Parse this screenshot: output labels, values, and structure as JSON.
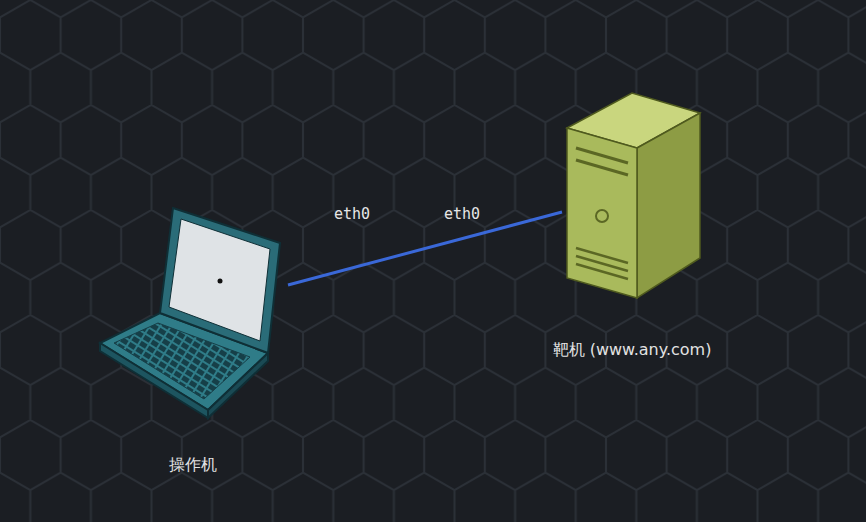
{
  "diagram": {
    "nodes": [
      {
        "text": [
          "操作机"
        ]
      },
      {
        "text": [
          "靶机 (www.any.com)"
        ]
      }
    ],
    "edges": [
      {
        "from": 0,
        "to": 1,
        "arrow": "none"
      }
    ],
    "labels": [
      "eth0",
      "eth0"
    ]
  }
}
